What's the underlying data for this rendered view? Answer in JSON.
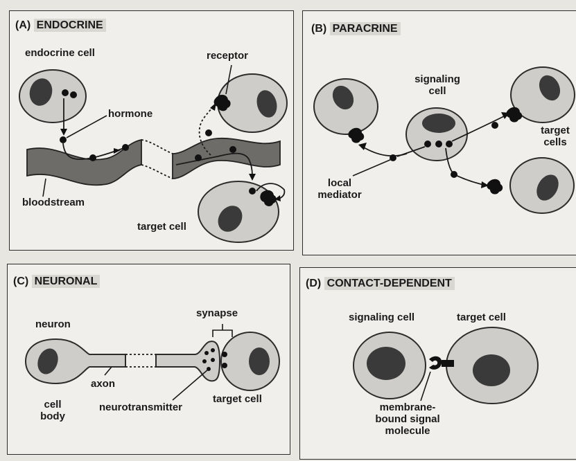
{
  "panels": {
    "a": {
      "letter": "(A)",
      "title": "ENDOCRINE",
      "labels": {
        "endocrine_cell": "endocrine cell",
        "receptor": "receptor",
        "hormone": "hormone",
        "bloodstream": "bloodstream",
        "target_cell": "target cell"
      }
    },
    "b": {
      "letter": "(B)",
      "title": "PARACRINE",
      "labels": {
        "signaling_1": "signaling",
        "signaling_2": "cell",
        "target_1": "target",
        "target_2": "cells",
        "local_1": "local",
        "local_2": "mediator"
      }
    },
    "c": {
      "letter": "(C)",
      "title": "NEURONAL",
      "labels": {
        "neuron": "neuron",
        "synapse": "synapse",
        "axon": "axon",
        "cell_1": "cell",
        "cell_2": "body",
        "neurotransmitter": "neurotransmitter",
        "target_cell": "target cell"
      }
    },
    "d": {
      "letter": "(D)",
      "title": "CONTACT-DEPENDENT",
      "labels": {
        "signaling_cell": "signaling cell",
        "target_cell": "target cell",
        "membrane_1": "membrane-",
        "membrane_2": "bound signal",
        "membrane_3": "molecule"
      }
    }
  }
}
